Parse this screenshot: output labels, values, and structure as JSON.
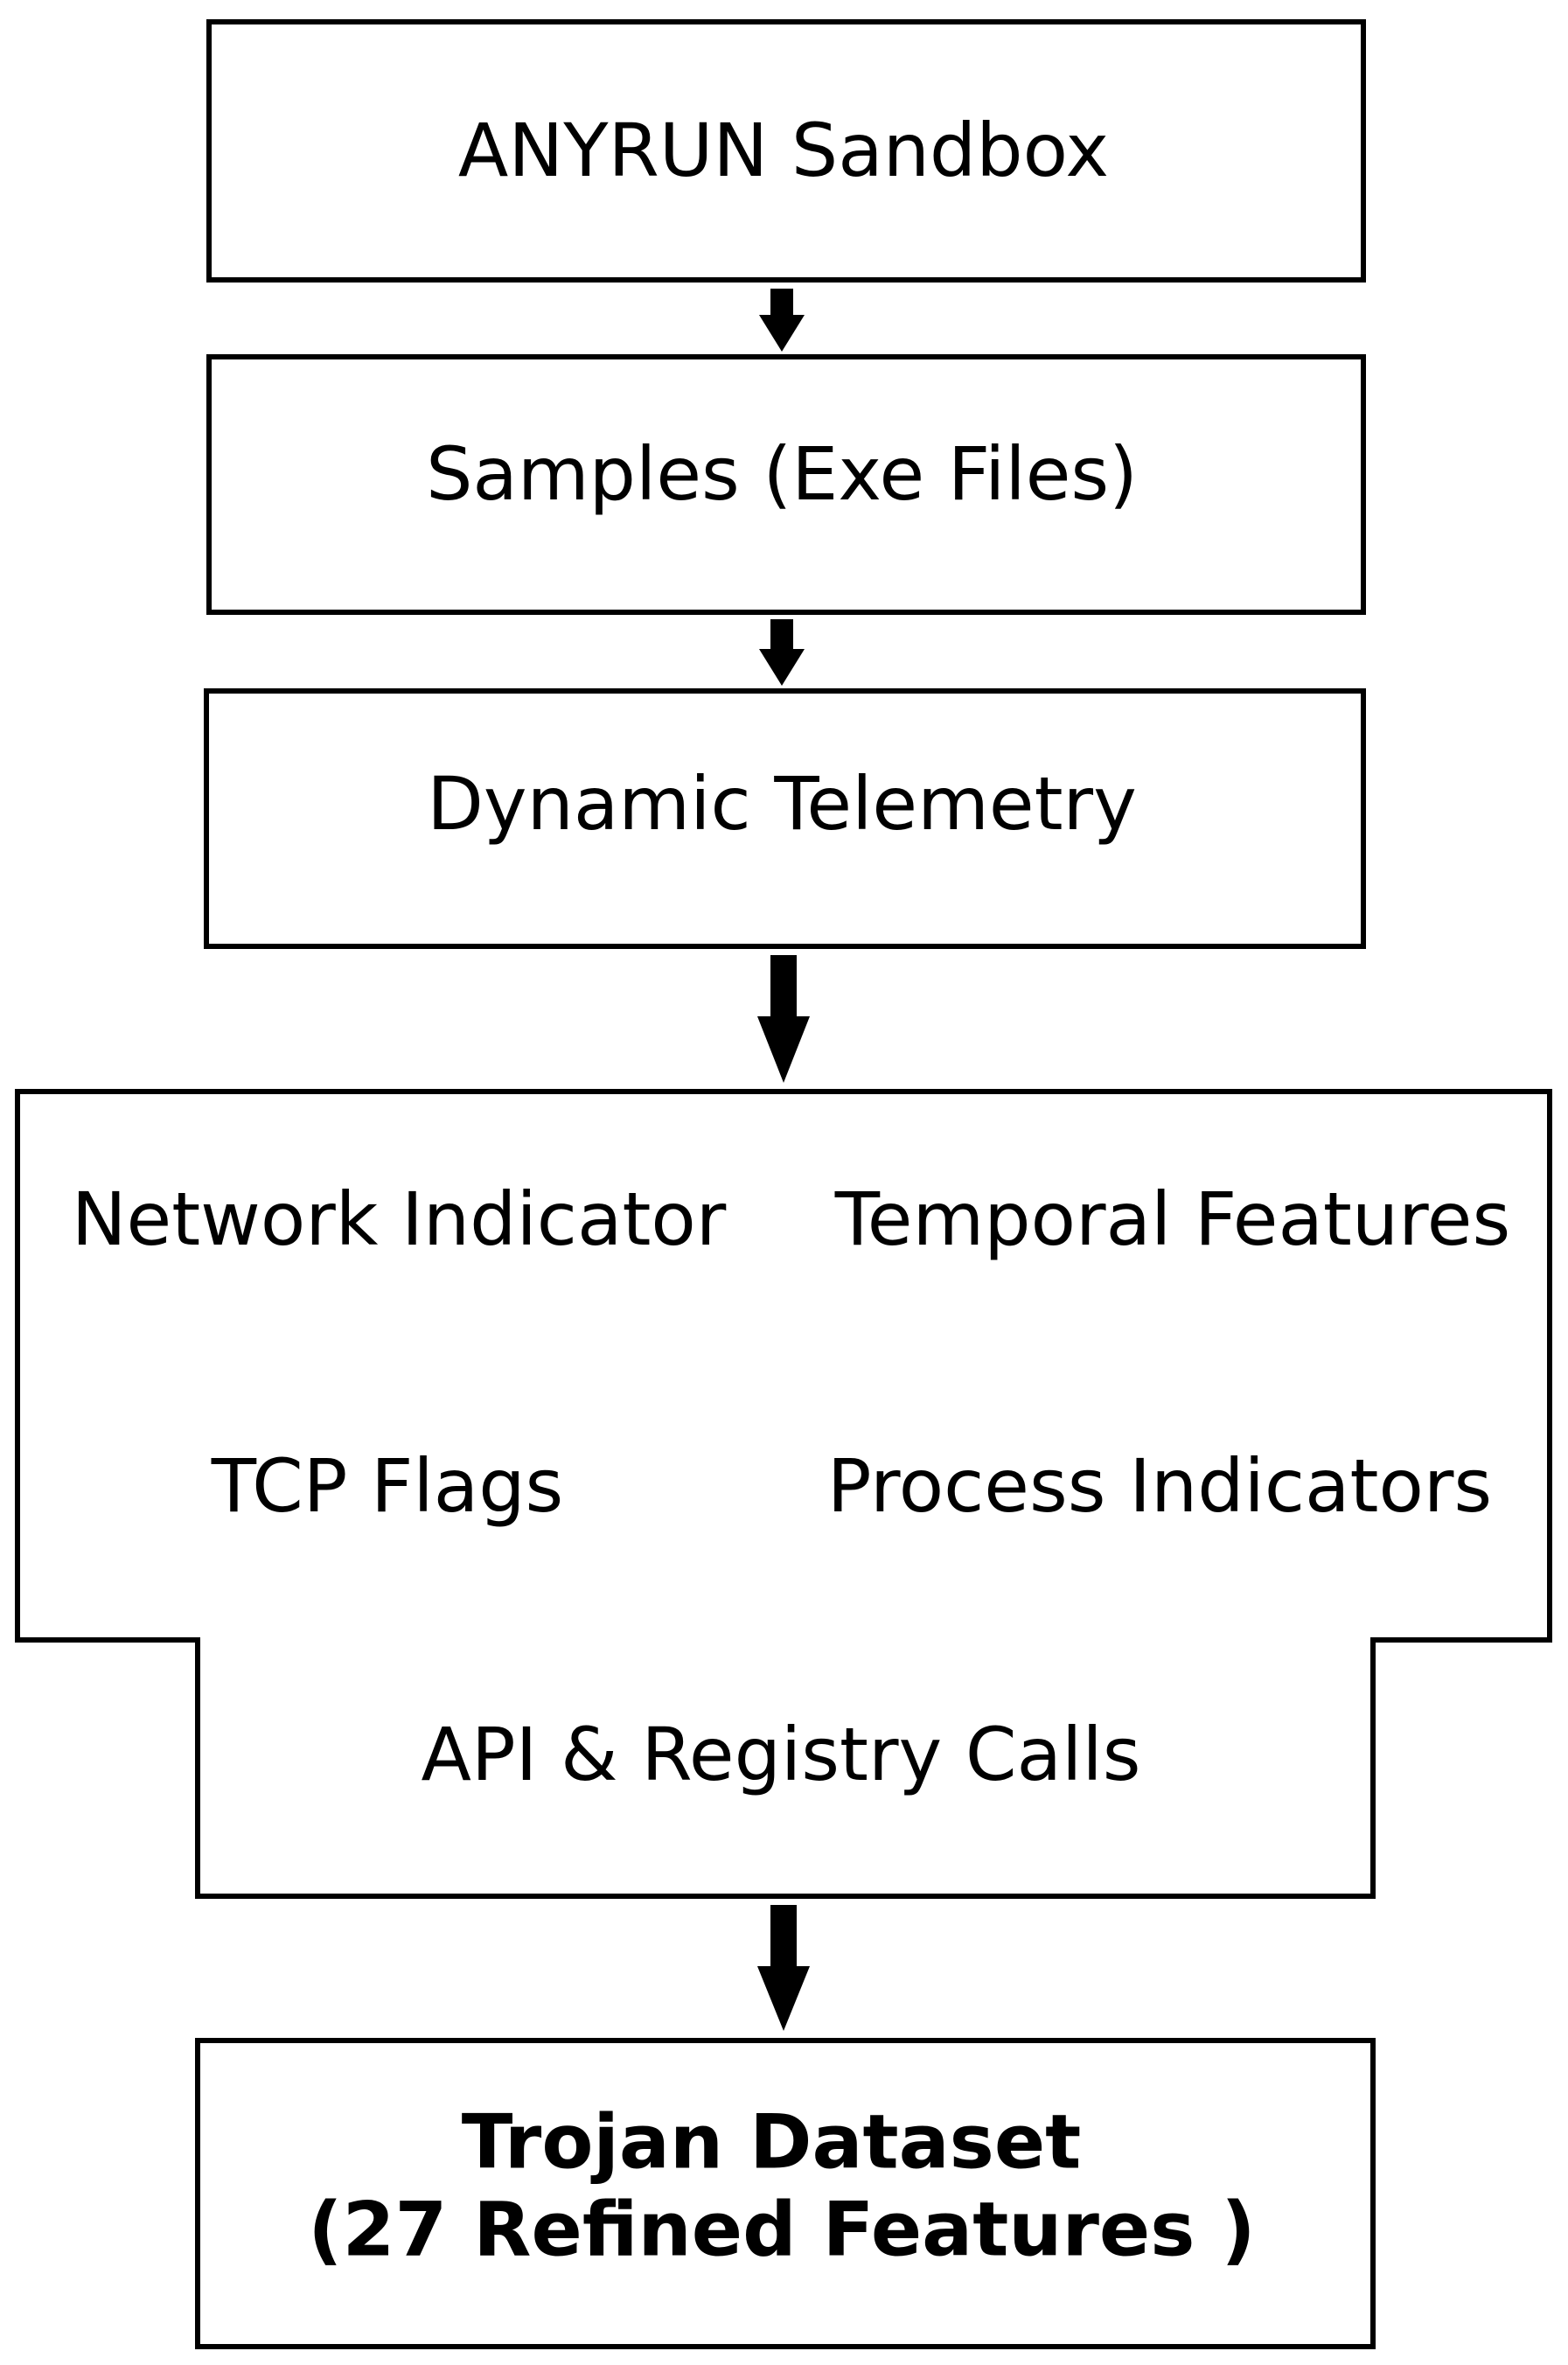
{
  "diagram": {
    "type": "flowchart",
    "nodes": {
      "source": "ANYRUN Sandbox",
      "samples": "Samples (Exe Files)",
      "telemetry": "Dynamic Telemetry",
      "features": {
        "network": "Network Indicator",
        "temporal": "Temporal Features",
        "tcp": "TCP Flags",
        "process": "Process Indicators",
        "api": "API & Registry Calls"
      },
      "output": {
        "line1": "Trojan Dataset",
        "line2": "(27 Refined Features )"
      }
    },
    "edges": [
      [
        "source",
        "samples"
      ],
      [
        "samples",
        "telemetry"
      ],
      [
        "telemetry",
        "features"
      ],
      [
        "features",
        "output"
      ]
    ],
    "colors": {
      "stroke": "#000000",
      "background": "#ffffff"
    }
  }
}
